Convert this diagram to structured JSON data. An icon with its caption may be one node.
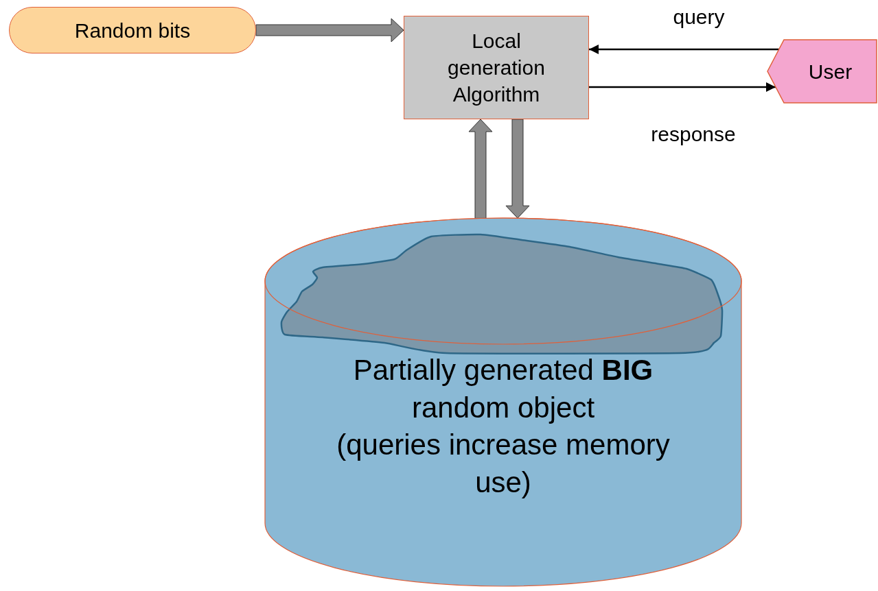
{
  "diagram": {
    "nodes": [
      {
        "text": [
          "Random bits"
        ]
      },
      {
        "text": [
          "Local generation Algorithm"
        ]
      },
      {
        "text": [
          "User"
        ]
      },
      {
        "text": [
          "Partially generated **BIG** random object",
          "(queries increase memory use)"
        ]
      }
    ],
    "edges": [
      {
        "from": 0,
        "to": 1,
        "arrow": "to",
        "style": "thick",
        "color": "#8a8a8a"
      },
      {
        "from": 2,
        "to": 1,
        "arrow": "to",
        "label": "query"
      },
      {
        "from": 1,
        "to": 2,
        "arrow": "to",
        "label": "response"
      },
      {
        "from": 3,
        "to": 1,
        "arrow": "to",
        "style": "thick",
        "color": "#8a8a8a"
      },
      {
        "from": 1,
        "to": 3,
        "arrow": "to",
        "style": "thick",
        "color": "#8a8a8a"
      }
    ]
  }
}
